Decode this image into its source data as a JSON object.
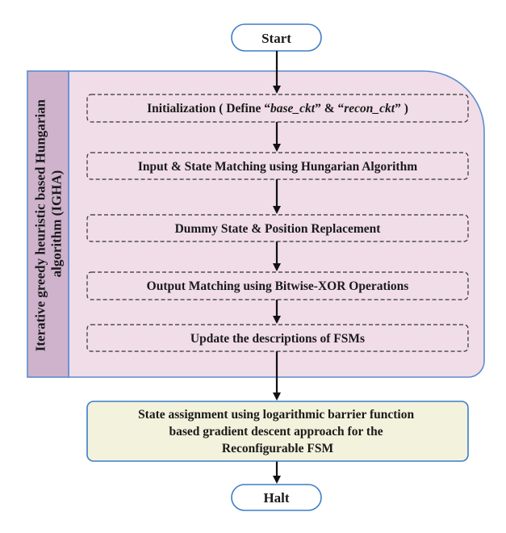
{
  "terminals": {
    "start": "Start",
    "end": "Halt"
  },
  "sidebar": {
    "lines": [
      "Iterative greedy heuristic based Hungarian",
      "algorithm (IGHA)"
    ]
  },
  "steps": {
    "init": {
      "prefix": "Initialization ( Define “",
      "base": "base_ckt",
      "mid": "” & “",
      "recon": "recon_ckt",
      "suffix": "” )"
    },
    "input_state": "Input & State Matching using Hungarian Algorithm",
    "dummy": "Dummy State & Position Replacement",
    "output": "Output Matching using Bitwise-XOR Operations",
    "update": "Update the descriptions of FSMs"
  },
  "final": {
    "lines": [
      "State assignment using logarithmic barrier function",
      "based gradient descent approach for the",
      "Reconfigurable FSM"
    ]
  },
  "colors": {
    "igha_fill": "#f0dde7",
    "igha_stroke": "#5b8bd0",
    "sidebar_fill": "#cfb3cd",
    "final_fill": "#f3f2dc",
    "final_stroke": "#3d7dc9",
    "terminal_fill": "#ffffff",
    "terminal_stroke": "#3d7dc9",
    "arrow": "#111111"
  }
}
